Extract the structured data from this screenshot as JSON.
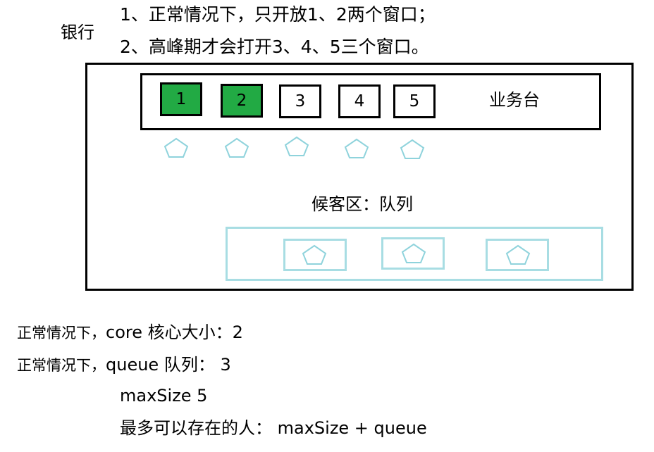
{
  "title": "银行",
  "rules": [
    "1、正常情况下，只开放1、2两个窗口；",
    "2、高峰期才会打开3、4、5三个窗口。"
  ],
  "windows": [
    {
      "label": "1",
      "open": true
    },
    {
      "label": "2",
      "open": true
    },
    {
      "label": "3",
      "open": false
    },
    {
      "label": "4",
      "open": false
    },
    {
      "label": "5",
      "open": false
    }
  ],
  "counter_label": "业务台",
  "waiting_label": "候客区：队列",
  "colors": {
    "open_window": "#22aa44",
    "queue_outline": "#a8dde3",
    "person_outline": "#8fd3dc"
  },
  "icons": {
    "person": "pentagon-person-icon"
  },
  "notes": {
    "core_prefix": "正常情况下，",
    "core_text": "core 核心大小：2",
    "queue_prefix": "正常情况下，",
    "queue_text": "queue 队列：  3",
    "max_size": "maxSize  5",
    "max_total": "最多可以存在的人：  maxSize + queue"
  }
}
